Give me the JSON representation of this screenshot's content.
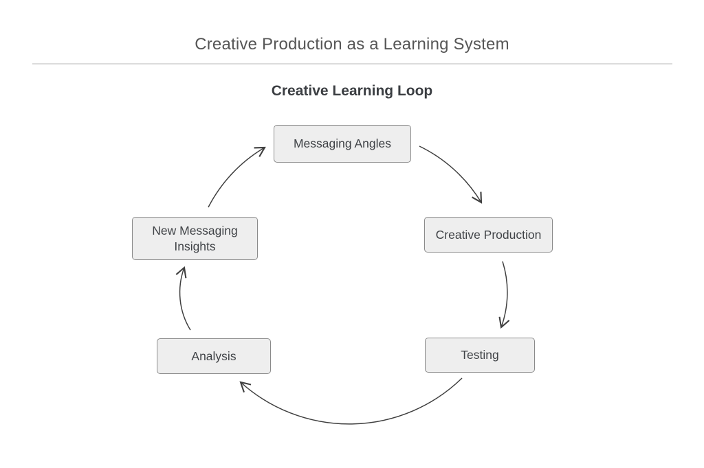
{
  "header": {
    "title": "Creative Production as a Learning System"
  },
  "diagram": {
    "title": "Creative Learning Loop",
    "type": "cycle",
    "direction": "clockwise",
    "nodes": [
      {
        "id": "messaging-angles",
        "label": "Messaging Angles",
        "position": "top"
      },
      {
        "id": "creative-production",
        "label": "Creative Production",
        "position": "upper-right"
      },
      {
        "id": "testing",
        "label": "Testing",
        "position": "lower-right"
      },
      {
        "id": "analysis",
        "label": "Analysis",
        "position": "lower-left"
      },
      {
        "id": "new-messaging-insights",
        "label": "New Messaging Insights",
        "position": "upper-left"
      }
    ],
    "edges": [
      {
        "from": "messaging-angles",
        "to": "creative-production"
      },
      {
        "from": "creative-production",
        "to": "testing"
      },
      {
        "from": "testing",
        "to": "analysis"
      },
      {
        "from": "analysis",
        "to": "new-messaging-insights"
      },
      {
        "from": "new-messaging-insights",
        "to": "messaging-angles"
      }
    ]
  },
  "theme": {
    "background": "#ffffff",
    "title-color": "#565656",
    "subtitle-color": "#3b3e42",
    "divider-color": "#dcdcdc",
    "node-fill": "#eeeeee",
    "node-border": "#8a8a8a",
    "node-text": "#404347",
    "arrow-stroke": "#3f3f3f"
  }
}
